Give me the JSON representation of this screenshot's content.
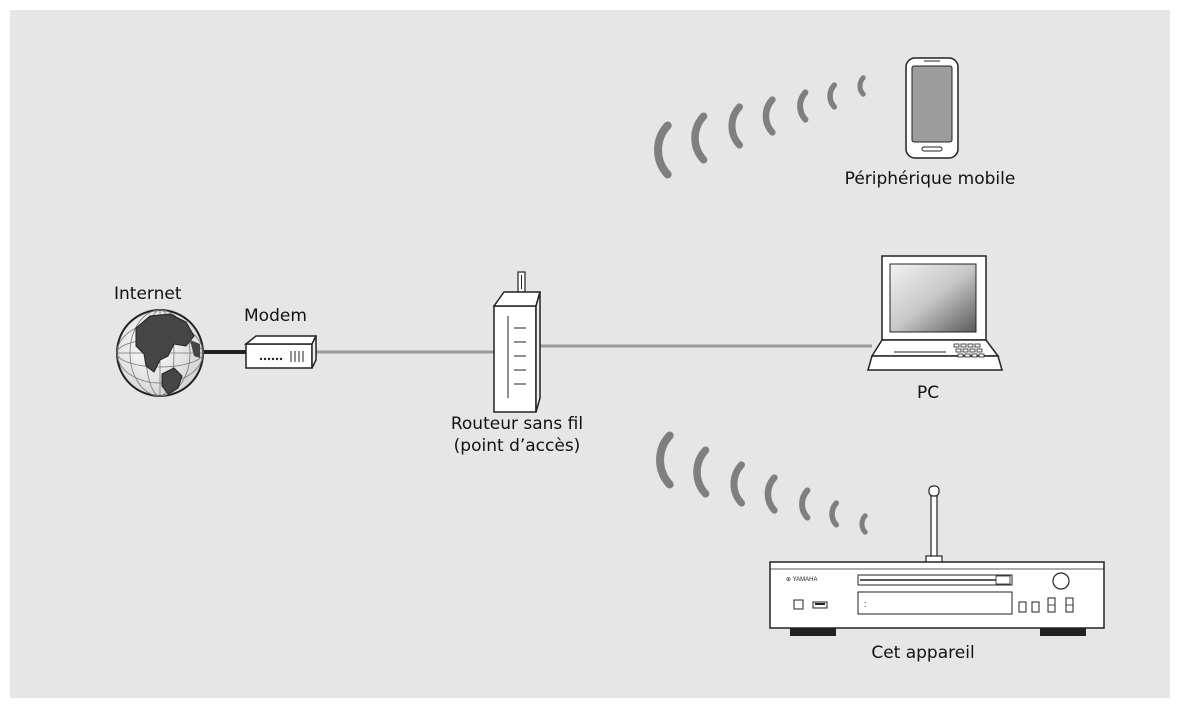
{
  "labels": {
    "internet": "Internet",
    "modem": "Modem",
    "router_line1": "Routeur sans fil",
    "router_line2": "(point d’accès)",
    "mobile": "Périphérique mobile",
    "pc": "PC",
    "device": "Cet appareil",
    "device_brand": "YAMAHA"
  },
  "colors": {
    "background": "#e6e6e6",
    "cable": "#9a9a9a",
    "wave": "#7f7f7f",
    "outline": "#222222",
    "screen": "#9c9c9c"
  },
  "icons": [
    "globe-icon",
    "modem-icon",
    "router-icon",
    "smartphone-icon",
    "laptop-icon",
    "network-player-icon",
    "wifi-wave-icon"
  ]
}
